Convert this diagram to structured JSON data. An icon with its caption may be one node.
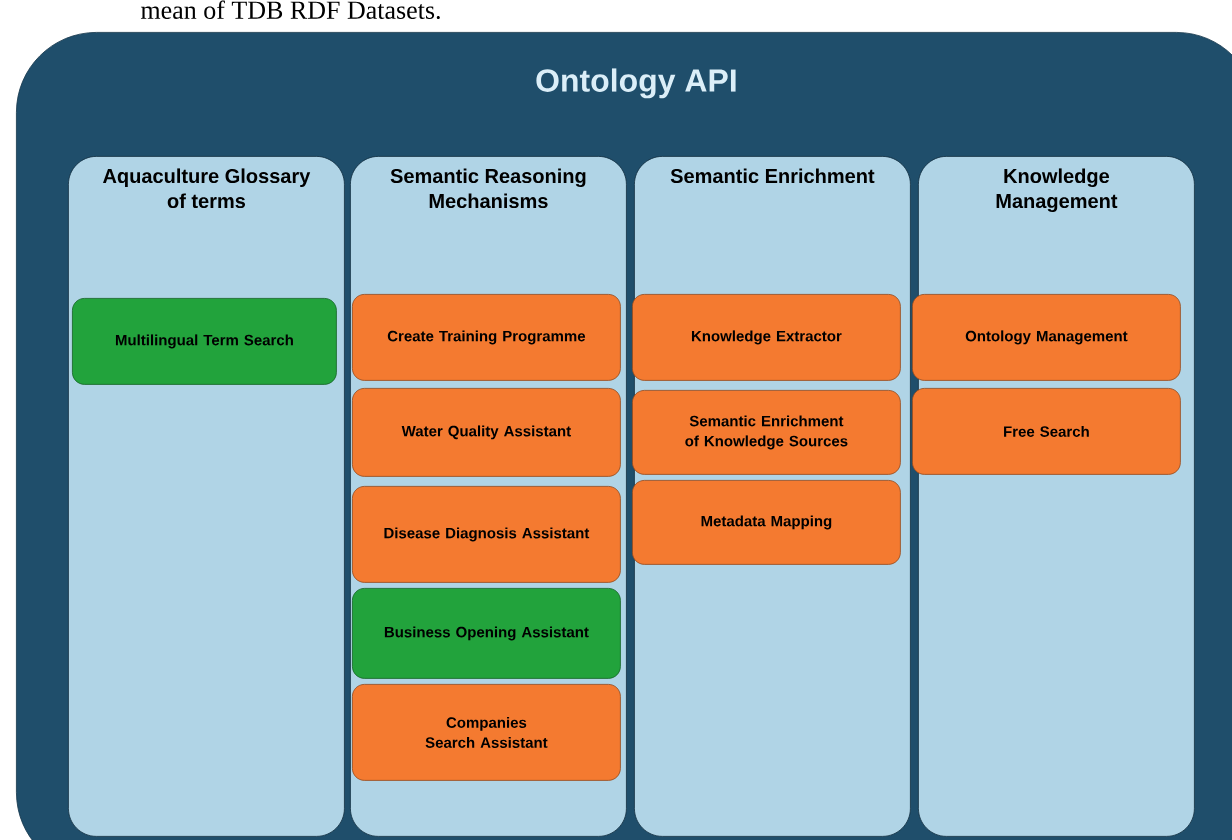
{
  "diagram": {
    "nodes": [
      {
        "text": [
          "Ontology API"
        ]
      },
      {
        "text": [
          "Aquaculture Glossary of terms"
        ],
        "in": 0
      },
      {
        "text": [
          "Multilingual Term Search"
        ],
        "in": 1
      },
      {
        "text": [
          "Semantic Reasoning Mechanisms"
        ],
        "in": 0
      },
      {
        "text": [
          "Create Training Programme"
        ],
        "in": 3
      },
      {
        "text": [
          "Water Quality Assistant"
        ],
        "in": 3
      },
      {
        "text": [
          "Disease Diagnosis Assistant"
        ],
        "in": 3
      },
      {
        "text": [
          "Business Opening Assistant"
        ],
        "in": 3
      },
      {
        "text": [
          "Companies Search Assistant"
        ],
        "in": 3
      },
      {
        "text": [
          "Semantic Enrichment"
        ],
        "in": 0
      },
      {
        "text": [
          "Knowledge Extractor"
        ],
        "in": 9
      },
      {
        "text": [
          "Semantic Enrichment of Knowledge Sources"
        ],
        "in": 9
      },
      {
        "text": [
          "Metadata Mapping"
        ],
        "in": 9
      },
      {
        "text": [
          "Knowledge Management"
        ],
        "in": 0
      },
      {
        "text": [
          "Ontology Management"
        ],
        "in": 13
      },
      {
        "text": [
          "Free Search"
        ],
        "in": 13
      }
    ],
    "labels": [
      "mean of TDB RDF Datasets."
    ]
  }
}
